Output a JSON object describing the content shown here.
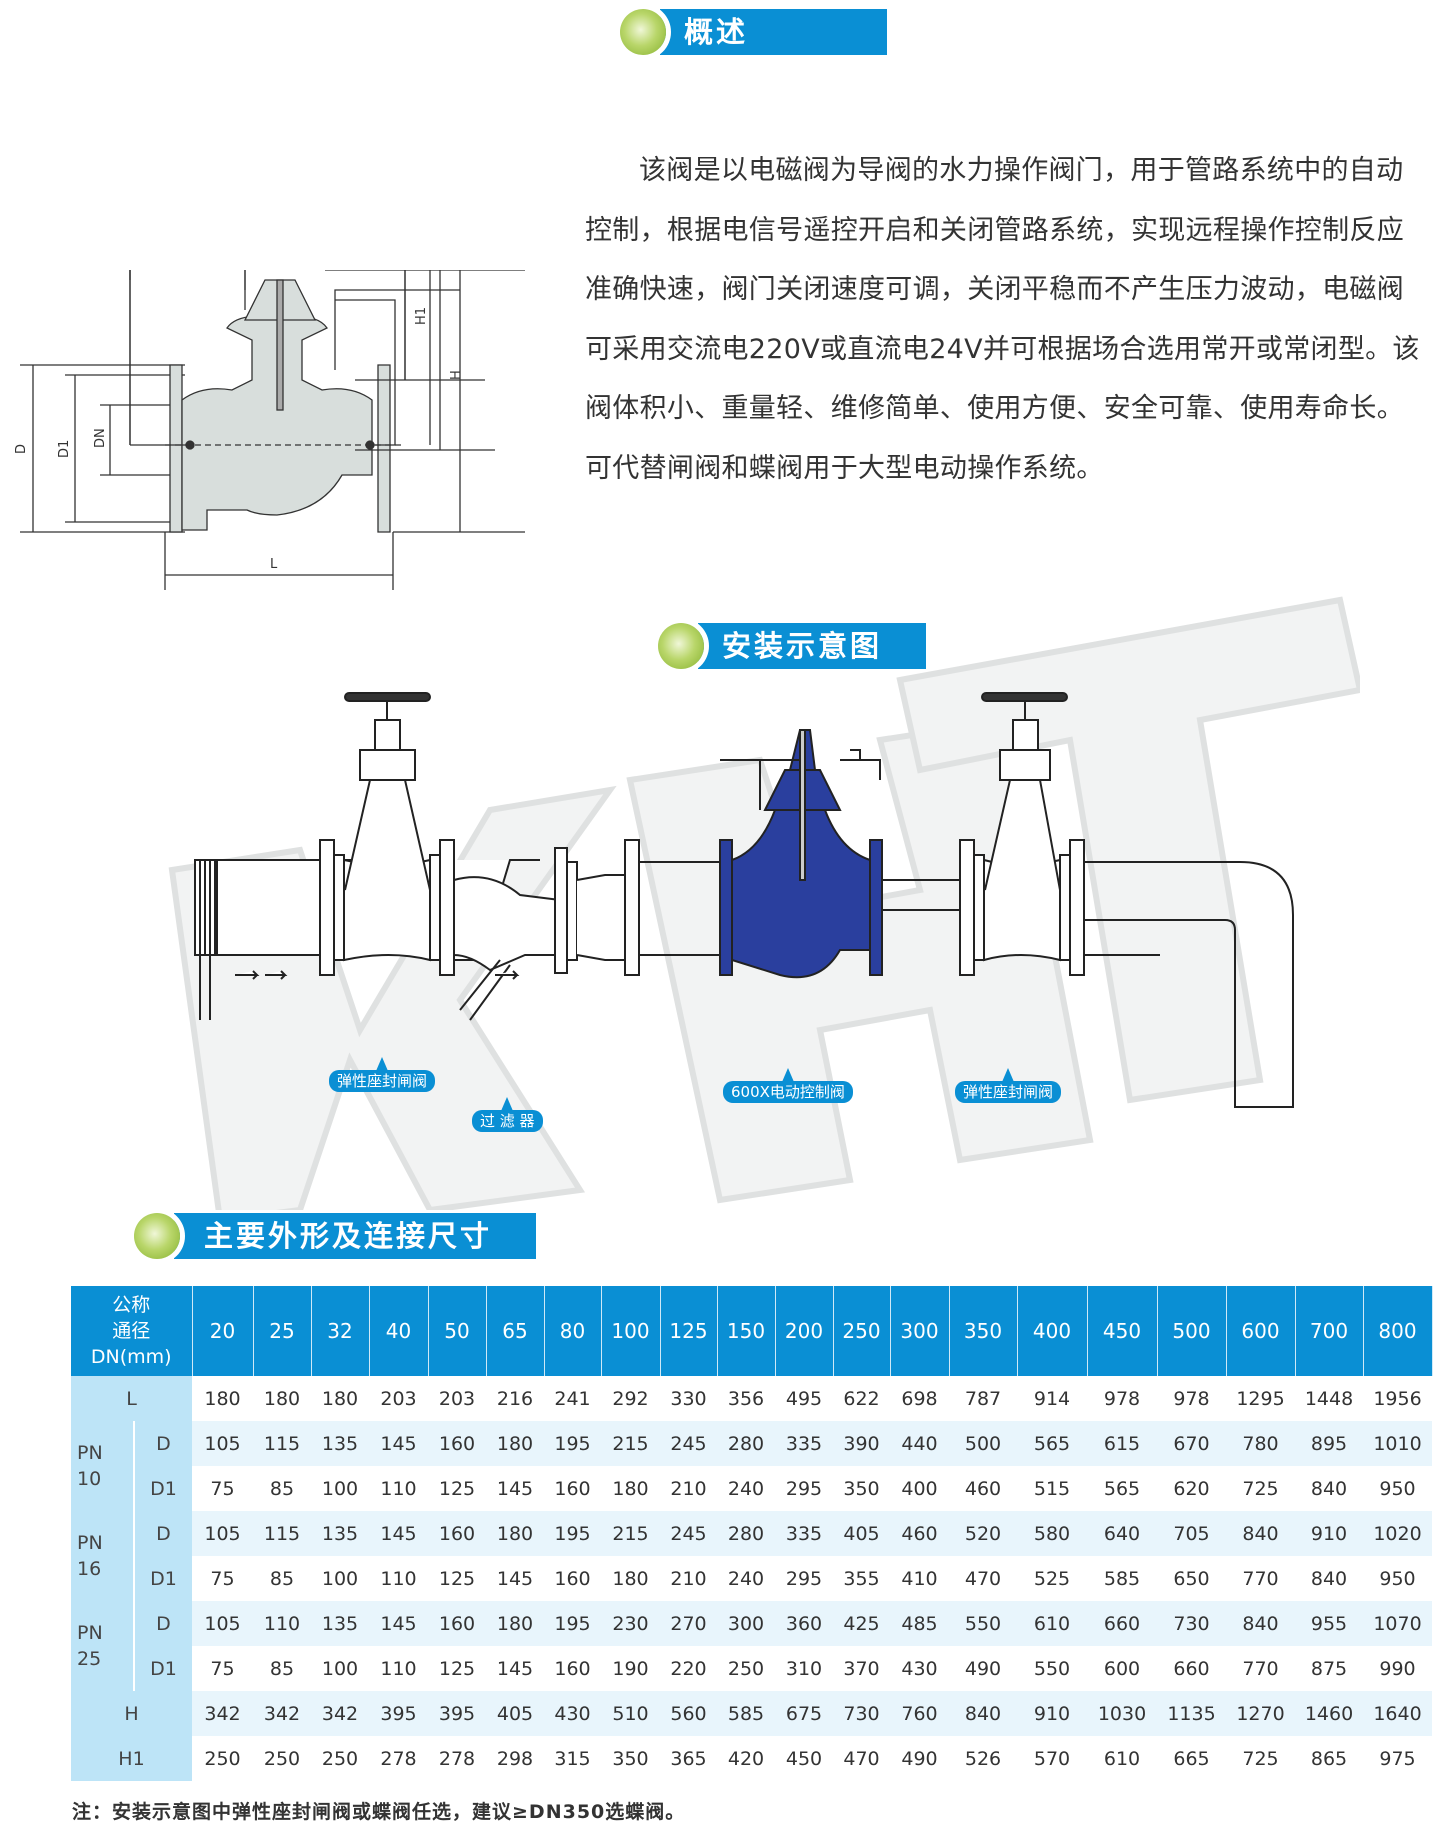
{
  "sections": {
    "overview_title": "概述",
    "install_title": "安装示意图",
    "dimensions_title": "主要外形及连接尺寸"
  },
  "intro_text": "该阀是以电磁阀为导阀的水力操作阀门，用于管路系统中的自动控制，根据电信号遥控开启和关闭管路系统，实现远程操作控制反应准确快速，阀门关闭速度可调，关闭平稳而不产生压力波动，电磁阀可采用交流电220V或直流电24V并可根据场合选用常开或常闭型。该阀体积小、重量轻、维修简单、使用方便、安全可靠、使用寿命长。可代替闸阀和蝶阀用于大型电动操作系统。",
  "drawing_labels": {
    "D": "D",
    "D1": "D1",
    "DN": "DN",
    "H": "H",
    "H1": "H1",
    "L": "L"
  },
  "install_labels": {
    "gate_valve_left": "弹性座封闸阀",
    "filter": "过 滤 器",
    "control_valve": "600X电动控制阀",
    "gate_valve_right": "弹性座封闸阀"
  },
  "watermark": "KHT",
  "colors": {
    "accent": "#0a8fd4",
    "label_bg": "#bde4f7",
    "alt_row": "#e8f5fc",
    "ball": "#9cc23e"
  },
  "table": {
    "header_label": [
      "公称",
      "通径",
      "DN(mm)"
    ],
    "dn": [
      "20",
      "25",
      "32",
      "40",
      "50",
      "65",
      "80",
      "100",
      "125",
      "150",
      "200",
      "250",
      "300",
      "350",
      "400",
      "450",
      "500",
      "600",
      "700",
      "800"
    ],
    "rows": [
      {
        "group": "L",
        "sub": "",
        "values": [
          "180",
          "180",
          "180",
          "203",
          "203",
          "216",
          "241",
          "292",
          "330",
          "356",
          "495",
          "622",
          "698",
          "787",
          "914",
          "978",
          "978",
          "1295",
          "1448",
          "1956"
        ]
      },
      {
        "group": "PN 10",
        "sub": "D",
        "values": [
          "105",
          "115",
          "135",
          "145",
          "160",
          "180",
          "195",
          "215",
          "245",
          "280",
          "335",
          "390",
          "440",
          "500",
          "565",
          "615",
          "670",
          "780",
          "895",
          "1010"
        ]
      },
      {
        "group": "",
        "sub": "D1",
        "values": [
          "75",
          "85",
          "100",
          "110",
          "125",
          "145",
          "160",
          "180",
          "210",
          "240",
          "295",
          "350",
          "400",
          "460",
          "515",
          "565",
          "620",
          "725",
          "840",
          "950"
        ]
      },
      {
        "group": "PN 16",
        "sub": "D",
        "values": [
          "105",
          "115",
          "135",
          "145",
          "160",
          "180",
          "195",
          "215",
          "245",
          "280",
          "335",
          "405",
          "460",
          "520",
          "580",
          "640",
          "705",
          "840",
          "910",
          "1020"
        ]
      },
      {
        "group": "",
        "sub": "D1",
        "values": [
          "75",
          "85",
          "100",
          "110",
          "125",
          "145",
          "160",
          "180",
          "210",
          "240",
          "295",
          "355",
          "410",
          "470",
          "525",
          "585",
          "650",
          "770",
          "840",
          "950"
        ]
      },
      {
        "group": "PN 25",
        "sub": "D",
        "values": [
          "105",
          "110",
          "135",
          "145",
          "160",
          "180",
          "195",
          "230",
          "270",
          "300",
          "360",
          "425",
          "485",
          "550",
          "610",
          "660",
          "730",
          "840",
          "955",
          "1070"
        ]
      },
      {
        "group": "",
        "sub": "D1",
        "values": [
          "75",
          "85",
          "100",
          "110",
          "125",
          "145",
          "160",
          "190",
          "220",
          "250",
          "310",
          "370",
          "430",
          "490",
          "550",
          "600",
          "660",
          "770",
          "875",
          "990"
        ]
      },
      {
        "group": "H",
        "sub": "",
        "values": [
          "342",
          "342",
          "342",
          "395",
          "395",
          "405",
          "430",
          "510",
          "560",
          "585",
          "675",
          "730",
          "760",
          "840",
          "910",
          "1030",
          "1135",
          "1270",
          "1460",
          "1640"
        ]
      },
      {
        "group": "H1",
        "sub": "",
        "values": [
          "250",
          "250",
          "250",
          "278",
          "278",
          "298",
          "315",
          "350",
          "365",
          "420",
          "450",
          "470",
          "490",
          "526",
          "570",
          "610",
          "665",
          "725",
          "865",
          "975"
        ]
      }
    ]
  },
  "note": "注：安装示意图中弹性座封闸阀或蝶阀任选，建议≥DN350选蝶阀。"
}
